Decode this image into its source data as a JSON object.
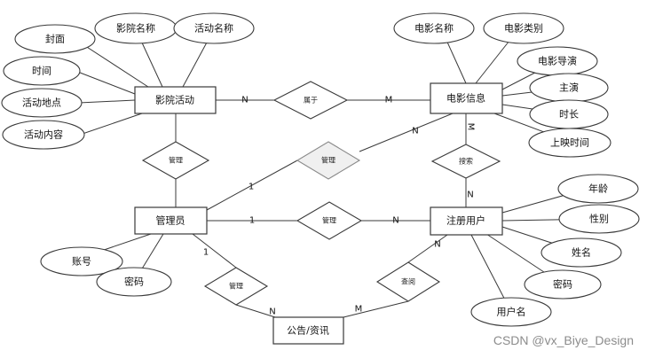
{
  "entities": {
    "cinema_activity": "影院活动",
    "movie_info": "电影信息",
    "admin": "管理员",
    "registered_user": "注册用户",
    "announcement": "公告/资讯"
  },
  "attributes": {
    "cover": "封面",
    "cinema_name": "影院名称",
    "activity_name": "活动名称",
    "time": "时间",
    "activity_location": "活动地点",
    "activity_content": "活动内容",
    "movie_name": "电影名称",
    "movie_category": "电影类别",
    "movie_director": "电影导演",
    "lead_actor": "主演",
    "duration": "时长",
    "release_time": "上映时间",
    "age": "年龄",
    "gender": "性别",
    "name": "姓名",
    "user_password": "密码",
    "username": "用户名",
    "account": "账号",
    "admin_password": "密码"
  },
  "relations": {
    "belongs_to": "属于",
    "manage_activity": "管理",
    "manage_movie": "管理",
    "search": "搜索",
    "manage_user": "管理",
    "view": "查阅",
    "manage_announcement": "管理"
  },
  "cardinalities": {
    "belongs_to_left": "N",
    "belongs_to_right": "M",
    "movie_search_top": "M",
    "movie_search_bottom": "N",
    "admin_movie_left": "1",
    "admin_movie_right": "N",
    "admin_user_left": "1",
    "admin_user_right": "N",
    "admin_announce_top": "1",
    "admin_announce_bottom": "N",
    "user_view_top": "N",
    "view_announce_bottom": "M"
  },
  "watermark": "CSDN @vx_Biye_Design"
}
